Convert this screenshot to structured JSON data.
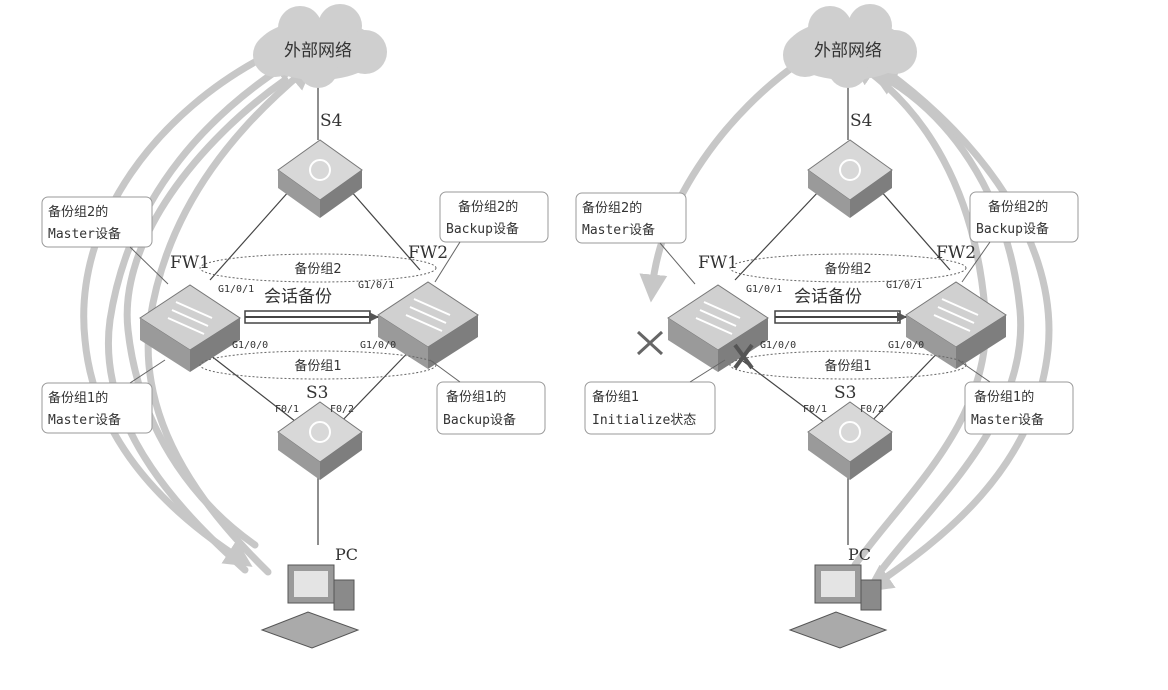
{
  "colors": {
    "flow": "#c7c7c7",
    "cloud": "#cfcfcf",
    "device_top": "#d8d8d8",
    "device_side": "#8f8f8f",
    "firewall_top": "#d0d0d0",
    "callout_border": "#9a9a9a",
    "text": "#333333"
  },
  "panels": [
    {
      "cloud_label": "外部网络",
      "switch_top": "S4",
      "fw1": "FW1",
      "fw2": "FW2",
      "switch_bottom": "S3",
      "pc": "PC",
      "backup_group_2": "备份组2",
      "backup_group_1": "备份组1",
      "session_backup": "会话备份",
      "fw1_upper_port": "G1/0/1",
      "fw1_lower_port": "G1/0/0",
      "fw2_upper_port": "G1/0/1",
      "fw2_lower_port": "G1/0/0",
      "s3_left_port": "F0/1",
      "s3_right_port": "F0/2",
      "callout_fw1_top": [
        "备份组2的",
        "Master设备"
      ],
      "callout_fw2_top": [
        "备份组2的",
        "Backup设备"
      ],
      "callout_fw1_bottom": [
        "备份组1的",
        "Master设备"
      ],
      "callout_fw2_bottom": [
        "备份组1的",
        "Backup设备"
      ]
    },
    {
      "cloud_label": "外部网络",
      "switch_top": "S4",
      "fw1": "FW1",
      "fw2": "FW2",
      "switch_bottom": "S3",
      "pc": "PC",
      "backup_group_2": "备份组2",
      "backup_group_1": "备份组1",
      "session_backup": "会话备份",
      "fw1_upper_port": "G1/0/1",
      "fw1_lower_port": "G1/0/0",
      "fw2_upper_port": "G1/0/1",
      "fw2_lower_port": "G1/0/0",
      "s3_left_port": "F0/1",
      "s3_right_port": "F0/2",
      "callout_fw1_top": [
        "备份组2的",
        "Master设备"
      ],
      "callout_fw2_top": [
        "备份组2的",
        "Backup设备"
      ],
      "callout_fw1_bottom": [
        "备份组1",
        "Initialize状态"
      ],
      "callout_fw2_bottom": [
        "备份组1的",
        "Master设备"
      ]
    }
  ]
}
